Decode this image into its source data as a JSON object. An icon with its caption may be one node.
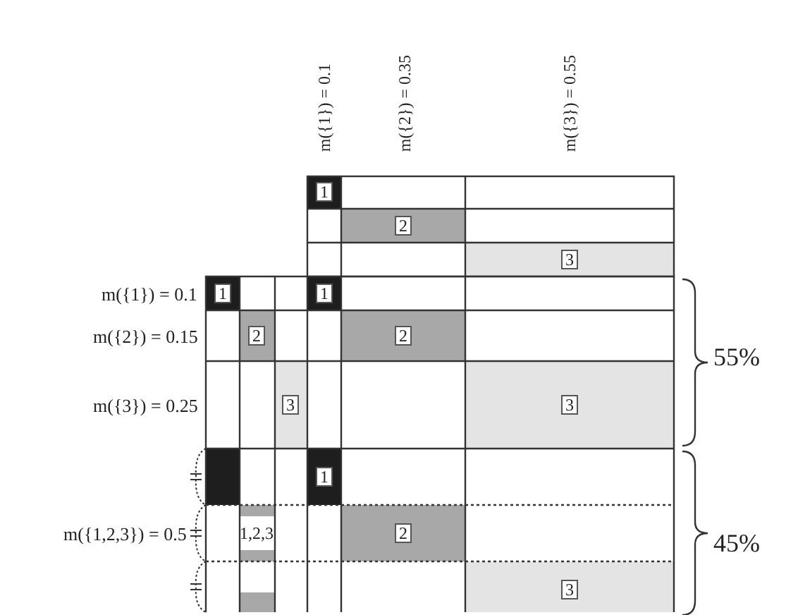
{
  "diagram": {
    "labels": [
      "m({1}) = 0.1",
      "m({2}) = 0.35",
      "m({3}) = 0.55",
      "1",
      "2",
      "3",
      "m({1}) = 0.1",
      "1",
      "1",
      "m({2}) = 0.15",
      "2",
      "2",
      "55%",
      "m({3}) = 0.25",
      "3",
      "3",
      "1",
      "m({1,2,3}) = 0.5",
      "1,2,3",
      "2",
      "45%",
      "3"
    ]
  }
}
